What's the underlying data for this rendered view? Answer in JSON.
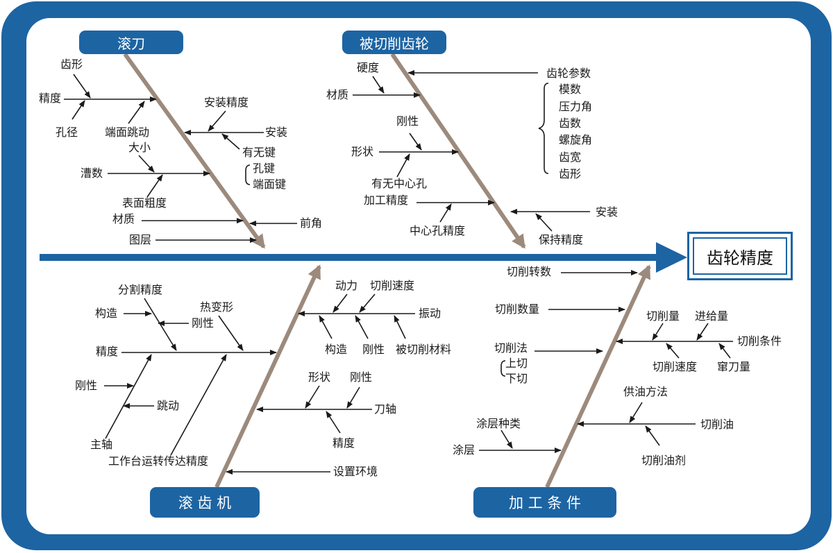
{
  "effect": "齿轮精度",
  "categories": {
    "hob": "滚刀",
    "gear": "被切削齿轮",
    "machine": "滚 齿 机",
    "conditions": "加 工 条 件"
  },
  "hob": {
    "tooth_shape": "齿形",
    "accuracy": "精度",
    "bore": "孔径",
    "face_runout": "端面跳动",
    "install_accuracy": "安装精度",
    "install": "安装",
    "size": "大小",
    "key": "有无键",
    "hole_key": "孔键",
    "face_key": "端面键",
    "flutes": "漕数",
    "roughness": "表面粗度",
    "material": "材质",
    "rake": "前角",
    "coating": "图层"
  },
  "gear": {
    "hardness": "硬度",
    "params": "齿轮参数",
    "param_list": [
      "模数",
      "压力角",
      "齿数",
      "螺旋角",
      "齿宽",
      "齿形"
    ],
    "material": "材质",
    "rigidity": "刚性",
    "shape": "形状",
    "center_hole": "有无中心孔",
    "machining_accuracy": "加工精度",
    "center_hole_accuracy": "中心孔精度",
    "install": "安装",
    "holding_accuracy": "保持精度"
  },
  "machine": {
    "index_accuracy": "分割精度",
    "structure": "构造",
    "thermal": "热变形",
    "rigidity": "刚性",
    "accuracy": "精度",
    "rigidity2": "刚性",
    "runout": "跳动",
    "spindle": "主轴",
    "table": "工作台运转传达精度",
    "power": "动力",
    "cutting_speed": "切削速度",
    "vibration": "振动",
    "structure2": "构造",
    "rigidity3": "刚性",
    "work_material": "被切削材料",
    "shape": "形状",
    "rigidity4": "刚性",
    "arbor": "刀轴",
    "accuracy2": "精度",
    "environment": "设置环境"
  },
  "conditions": {
    "rpm": "切削转数",
    "count": "切削数量",
    "amount": "切削量",
    "feed": "进给量",
    "method": "切削法",
    "conditions": "切削条件",
    "up": "上切",
    "down": "下切",
    "speed": "切削速度",
    "shift": "窜刀量",
    "oil_method": "供油方法",
    "oil": "切削油",
    "coat_type": "涂层种类",
    "coating": "涂层",
    "oil_agent": "切削油剂"
  },
  "colors": {
    "frame": "#1d64a3",
    "bone": "#9c8a7c",
    "line": "#1a1a1a"
  }
}
